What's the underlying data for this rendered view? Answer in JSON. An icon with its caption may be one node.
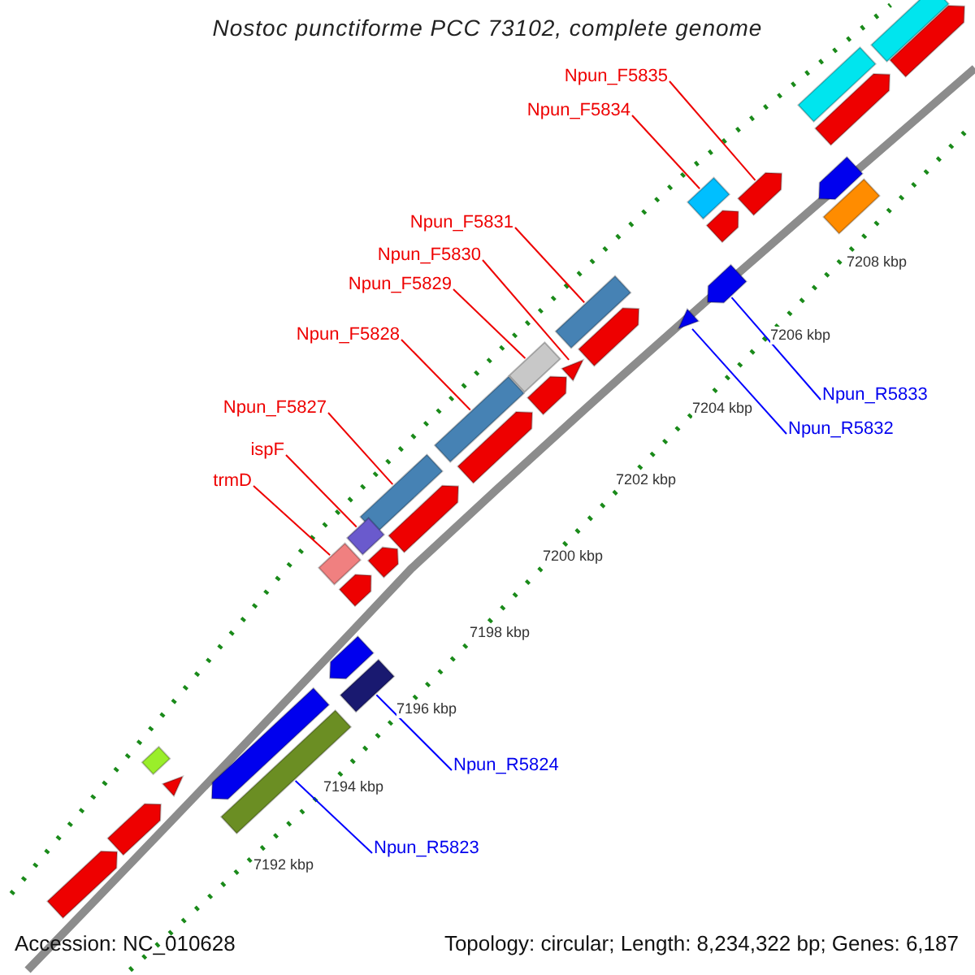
{
  "diagram": {
    "title": "Nostoc punctiforme PCC 73102, complete genome",
    "nodes": [
      {
        "text": [
          "Npun_F5835"
        ]
      },
      {
        "text": [
          "Npun_F5834"
        ]
      },
      {
        "text": [
          "Npun_F5831"
        ]
      },
      {
        "text": [
          "Npun_F5830"
        ]
      },
      {
        "text": [
          "Npun_F5829"
        ]
      },
      {
        "text": [
          "Npun_F5828"
        ]
      },
      {
        "text": [
          "Npun_R5833"
        ]
      },
      {
        "text": [
          "Npun_R5832"
        ]
      },
      {
        "text": [
          "Npun_F5827"
        ]
      },
      {
        "text": [
          "ispF"
        ]
      },
      {
        "text": [
          "trmD"
        ]
      },
      {
        "text": [
          "Npun_R5824"
        ]
      },
      {
        "text": [
          "Npun_R5823"
        ]
      },
      {
        "text": [],
        "shape": "bar"
      },
      {
        "text": [],
        "shape": "arrow"
      },
      {
        "text": [],
        "shape": "bar"
      },
      {
        "text": [],
        "shape": "arrow"
      },
      {
        "text": [],
        "shape": "arrow"
      },
      {
        "text": [],
        "shape": "arrow"
      },
      {
        "text": [],
        "shape": "bar"
      },
      {
        "text": [],
        "shape": "bar"
      },
      {
        "text": [],
        "shape": "arrow"
      },
      {
        "text": [],
        "shape": "arrow"
      },
      {
        "text": [],
        "shape": "bar"
      },
      {
        "text": [],
        "shape": "triangle"
      },
      {
        "text": [],
        "shape": "arrow"
      },
      {
        "text": [],
        "shape": "triangle"
      },
      {
        "text": [],
        "shape": "bar"
      },
      {
        "text": [],
        "shape": "arrow"
      },
      {
        "text": [],
        "shape": "bar"
      },
      {
        "text": [],
        "shape": "arrow"
      },
      {
        "text": [],
        "shape": "bar"
      },
      {
        "text": [],
        "shape": "arrow"
      },
      {
        "text": [],
        "shape": "bar"
      },
      {
        "text": [],
        "shape": "arrow"
      },
      {
        "text": [],
        "shape": "bar"
      },
      {
        "text": [],
        "shape": "arrow"
      },
      {
        "text": [],
        "shape": "arrow"
      },
      {
        "text": [],
        "shape": "bar"
      },
      {
        "text": [],
        "shape": "arrow"
      },
      {
        "text": [],
        "shape": "bar"
      },
      {
        "text": [],
        "shape": "bar"
      },
      {
        "text": [],
        "shape": "triangle"
      },
      {
        "text": [],
        "shape": "arrow"
      },
      {
        "text": [],
        "shape": "arrow"
      }
    ],
    "edges": [
      {
        "from": 0,
        "to": 18,
        "arrow": "none"
      },
      {
        "from": 1,
        "to": 19,
        "arrow": "none"
      },
      {
        "from": 2,
        "to": 23,
        "arrow": "none"
      },
      {
        "from": 3,
        "to": 26,
        "arrow": "none"
      },
      {
        "from": 4,
        "to": 27,
        "arrow": "none"
      },
      {
        "from": 5,
        "to": 29,
        "arrow": "none"
      },
      {
        "from": 6,
        "to": 22,
        "arrow": "none",
        "color": "#0000ff"
      },
      {
        "from": 7,
        "to": 24,
        "arrow": "none",
        "color": "#0000ff"
      },
      {
        "from": 8,
        "to": 31,
        "arrow": "none"
      },
      {
        "from": 9,
        "to": 33,
        "arrow": "none"
      },
      {
        "from": 10,
        "to": 35,
        "arrow": "none"
      },
      {
        "from": 11,
        "to": 38,
        "arrow": "none",
        "color": "#0000ff"
      },
      {
        "from": 12,
        "to": 41,
        "arrow": "none",
        "color": "#0000ff"
      }
    ],
    "labels": [
      "7208 kbp",
      "7206 kbp",
      "7204 kbp",
      "7202 kbp",
      "7200 kbp",
      "7198 kbp",
      "7196 kbp",
      "7194 kbp",
      "7192 kbp",
      "Accession: NC_010628",
      "Topology: circular; Length: 8,234,322 bp; Genes: 6,187"
    ]
  }
}
